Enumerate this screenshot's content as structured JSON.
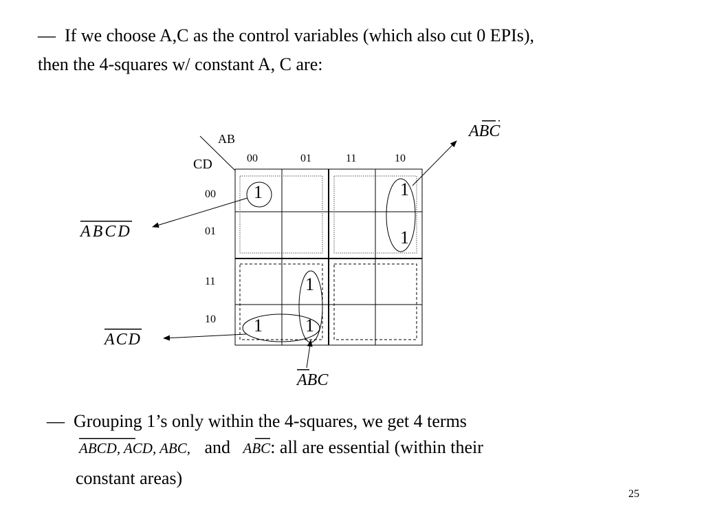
{
  "intro": {
    "bullet": "—",
    "line1": "If we choose A,C as the control variables (which also cut 0 EPIs),",
    "line2": "then the 4-squares w/ constant A, C are:"
  },
  "kmap": {
    "row_var": "AB",
    "col_var": "CD",
    "col_headers": [
      "00",
      "01",
      "11",
      "10"
    ],
    "row_headers": [
      "00",
      "01",
      "11",
      "10"
    ],
    "cells": [
      [
        "1",
        "",
        "",
        "1"
      ],
      [
        "",
        "",
        "",
        "1"
      ],
      [
        "",
        "1",
        "",
        ""
      ],
      [
        "1",
        "1",
        "",
        ""
      ]
    ]
  },
  "terms": {
    "top_right": "ABC",
    "left_top": "ABCD",
    "left_bottom": "ACD",
    "bottom": "ABC"
  },
  "summary": {
    "bullet": "—",
    "line1": "Grouping 1’s only within the 4-squares, we get 4 terms",
    "terms_list": "ABCD, ACD, ABC,",
    "and_word": "and",
    "last_term": "ABC",
    "line2_rest": ": all are essential (within their",
    "line3": "constant areas)"
  },
  "page_number": "25"
}
